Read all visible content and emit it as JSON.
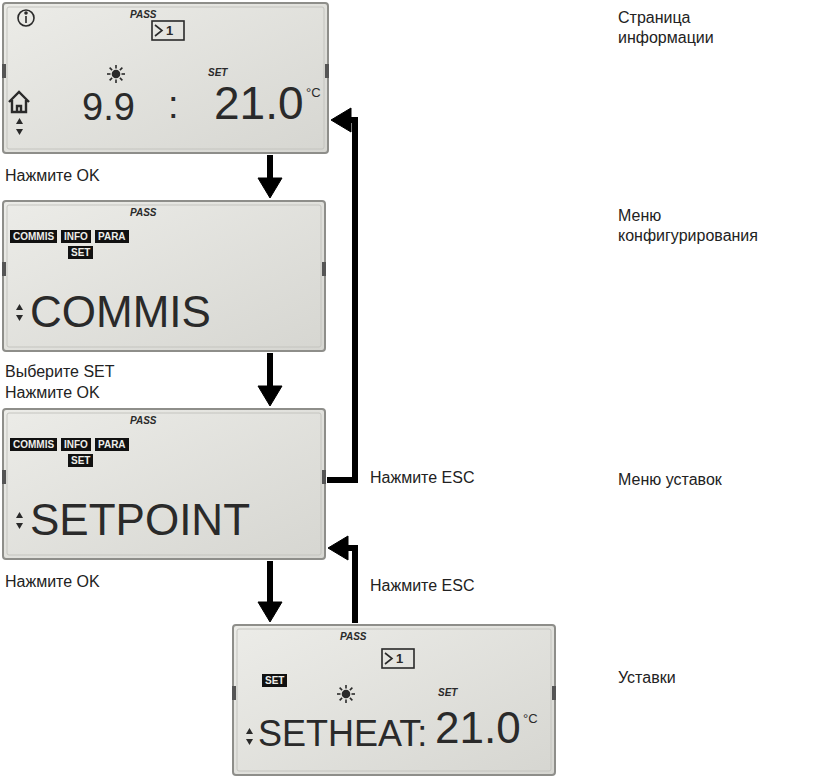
{
  "diagram": {
    "nodes": [
      {
        "text": [
          "PASS",
          "1",
          "9.9",
          ":",
          "SET",
          "21.0",
          "°C"
        ]
      },
      {
        "text": [
          "PASS",
          "COMMIS",
          "INFO",
          "PARA",
          "SET",
          "COMMIS"
        ]
      },
      {
        "text": [
          "PASS",
          "COMMIS",
          "INFO",
          "PARA",
          "SET",
          "SETPOINT"
        ]
      },
      {
        "text": [
          "PASS",
          "1",
          "SET",
          "SET",
          "SETHEAT:",
          "21.0",
          "°C"
        ]
      }
    ],
    "edges": [
      {
        "from": 0,
        "to": 1,
        "label": "Нажмите OK",
        "arrow": "to"
      },
      {
        "from": 1,
        "to": 2,
        "label": "Выберите SET Нажмите OK",
        "arrow": "to"
      },
      {
        "from": 2,
        "to": 0,
        "label": "Нажмите ESC",
        "arrow": "to"
      },
      {
        "from": 2,
        "to": 3,
        "label": "Нажмите OK",
        "arrow": "to"
      },
      {
        "from": 3,
        "to": 2,
        "label": "Нажмите ESC",
        "arrow": "to"
      }
    ],
    "labels": [
      "Страница информации",
      "Меню конфигурирования",
      "Меню уставок",
      "Уставки"
    ]
  }
}
